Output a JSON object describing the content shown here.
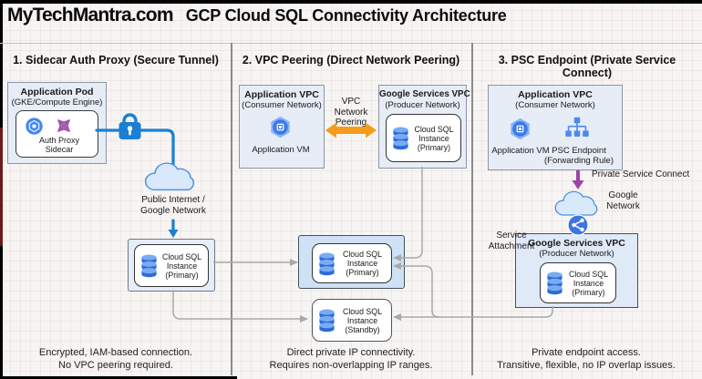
{
  "header": {
    "brand": "MyTechMantra.com",
    "title": "GCP Cloud SQL Connectivity Architecture"
  },
  "col1": {
    "title": "1. Sidecar Auth Proxy (Secure Tunnel)",
    "app_pod_title": "Application Pod",
    "app_pod_subtitle": "(GKE/Compute Engine)",
    "sidecar_label": "Auth Proxy\nSidecar",
    "cloud_label": "Public Internet /\nGoogle Network",
    "sql_primary": "Cloud SQL\nInstance\n(Primary)",
    "footer": "Encrypted, IAM-based connection.\nNo VPC peering required."
  },
  "col2": {
    "title": "2. VPC Peering (Direct Network Peering)",
    "app_vpc_title": "Application VPC",
    "app_vpc_subtitle": "(Consumer Network)",
    "vm_label": "Application VM",
    "peering_label": "VPC\nNetwork\nPeering",
    "gsvc_title": "Google Services VPC",
    "gsvc_subtitle": "(Producer Network)",
    "sql_top": "Cloud SQL\nInstance\n(Primary)",
    "sql_primary": "Cloud SQL\nInstance\n(Primary)",
    "sql_standby": "Cloud SQL\nInstance\n(Standby)",
    "footer": "Direct private IP connectivity.\nRequires non-overlapping IP ranges."
  },
  "col3": {
    "title": "3. PSC Endpoint (Private Service Connect)",
    "app_vpc_title": "Application VPC",
    "app_vpc_subtitle": "(Consumer Network)",
    "vm_label": "Application VM",
    "psc_label": "PSC Endpoint\n(Forwarding Rule)",
    "psc_flow_label": "Private Service Connect",
    "cloud_label": "Google\nNetwork",
    "service_attachment_label": "Service\nAttachment",
    "gsvc_title": "Google Services VPC",
    "gsvc_subtitle": "(Producer Network)",
    "sql_primary": "Cloud SQL\nInstance\n(Primary)",
    "footer": "Private endpoint access.\nTransitive, flexible, no IP overlap issues."
  },
  "icons": {
    "lock": "lock-icon",
    "gke": "gke-icon",
    "auth_proxy_sidecar": "crossed-arrows-icon",
    "application_vm": "compute-vm-icon",
    "psc_endpoint": "forwarding-rule-tree-icon",
    "cloud_sql": "database-cylinder-icon",
    "service_attachment": "share-dots-icon",
    "network_cloud": "cloud-shape"
  },
  "colors": {
    "blue": "#1b7fd4",
    "orange": "#f59c1c",
    "purple": "#9c44a1",
    "connector_gray": "#a9a9a9",
    "box_fill": "#e6edf7",
    "box_border": "#8b96a5",
    "highlight_fill": "#cfe1f5",
    "highlight_border": "#46505c",
    "db_blue": "#2e6bd8",
    "icon_blue": "#4286f5"
  }
}
